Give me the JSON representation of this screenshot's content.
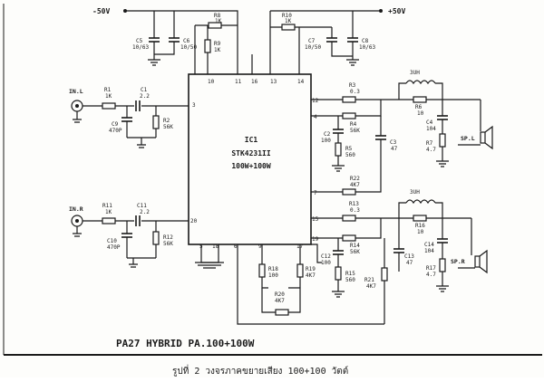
{
  "supplies": {
    "neg": "-50V",
    "pos": "+50V"
  },
  "ic": {
    "name": "IC1",
    "part": "STK4231II",
    "power": "100W+100W",
    "pins": {
      "p10": "10",
      "p11": "11",
      "p16": "16",
      "p13": "13",
      "p14": "14",
      "p12": "12",
      "p4": "4",
      "p7": "7",
      "p15": "15",
      "p19": "19",
      "p3": "3",
      "p20": "20",
      "p5": "5",
      "p18": "18",
      "p6": "6",
      "p9": "9",
      "p17": "17"
    }
  },
  "inputs": {
    "left": "IN.L",
    "right": "IN.R"
  },
  "speakers": {
    "left": "SP.L",
    "right": "SP.R"
  },
  "components": {
    "R8": "R8",
    "R8v": "1K",
    "R9": "R9",
    "R9v": "1K",
    "C5": "C5",
    "C5v": "10/63",
    "C6": "C6",
    "C6v": "10/50",
    "R10": "R10",
    "R10v": "1K",
    "C7": "C7",
    "C7v": "10/50",
    "C8": "C8",
    "C8v": "10/63",
    "R1": "R1",
    "R1v": "1K",
    "C1": "C1",
    "C1v": "2.2",
    "C9": "C9",
    "C9v": "470P",
    "R2": "R2",
    "R2v": "56K",
    "R3": "R3",
    "R3v": "0.3",
    "R4": "R4",
    "R4v": "56K",
    "C2": "C2",
    "C2v": "100",
    "R5": "R5",
    "R5v": "560",
    "C3": "C3",
    "C3v": "47",
    "R22": "R22",
    "R22v": "4K7",
    "L1": "3UH",
    "R6": "R6",
    "R6v": "10",
    "C4": "C4",
    "C4v": "104",
    "R7": "R7",
    "R7v": "4.7",
    "R11": "R11",
    "R11v": "1K",
    "C11": "C11",
    "C11v": "2.2",
    "C10": "C10",
    "C10v": "470P",
    "R12": "R12",
    "R12v": "56K",
    "R13": "R13",
    "R13v": "0.3",
    "R14": "R14",
    "R14v": "56K",
    "C12": "C12",
    "C12v": "100",
    "R15": "R15",
    "R15v": "560",
    "C13": "C13",
    "C13v": "47",
    "L2": "3UH",
    "R16": "R16",
    "R16v": "10",
    "C14": "C14",
    "C14v": "104",
    "R17": "R17",
    "R17v": "4.7",
    "R18": "R18",
    "R18v": "100",
    "R19": "R19",
    "R19v": "4K7",
    "R20": "R20",
    "R20v": "4K7",
    "R21": "R21",
    "R21v": "4K7"
  },
  "title": "PA27 HYBRID PA.100+100W",
  "caption": "รูปที่ 2 วงจรภาคขยายเสียง 100+100 วัตต์"
}
